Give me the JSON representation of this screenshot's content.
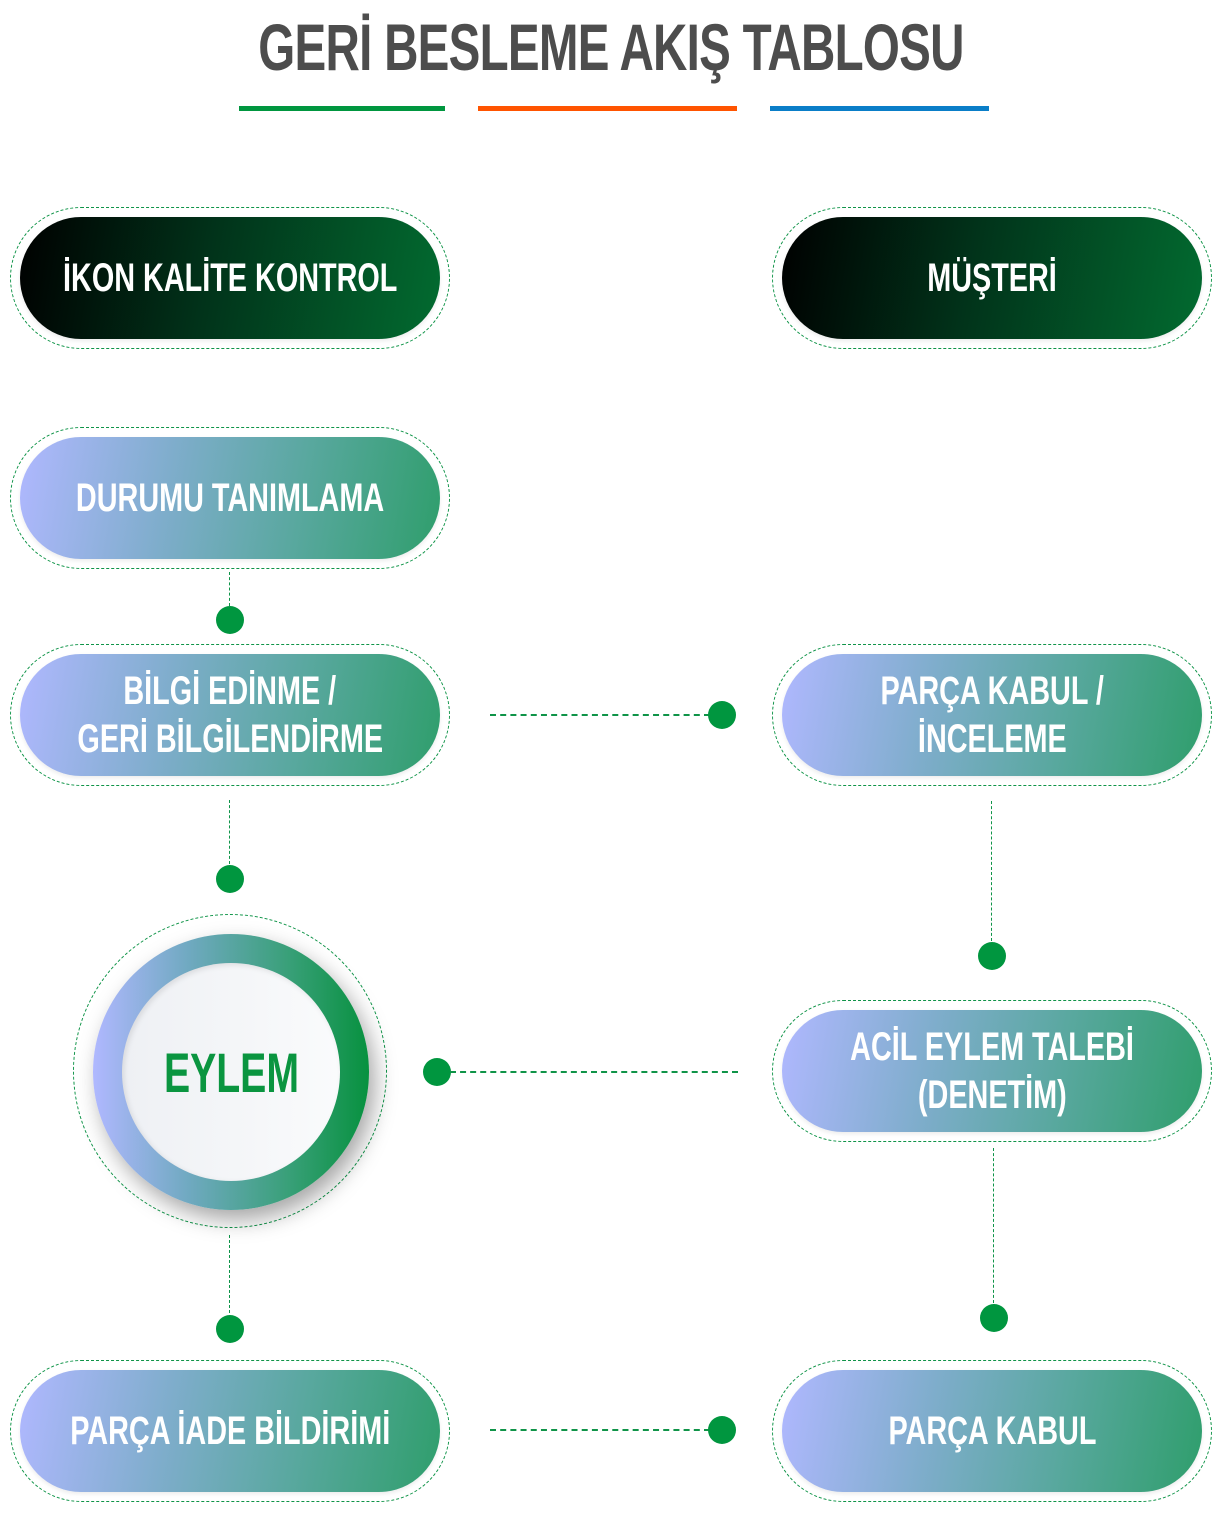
{
  "title": "GERİ BESLEME AKIŞ TABLOSU",
  "accent_bars": [
    {
      "name": "green",
      "color": "#00963f"
    },
    {
      "name": "orange",
      "color": "#ff5400"
    },
    {
      "name": "blue",
      "color": "#0a7ec8"
    }
  ],
  "columns": {
    "left_header": "İKON KALİTE KONTROL",
    "right_header": "MÜŞTERİ"
  },
  "nodes": {
    "durumu_tanimlama": "DURUMU TANIMLAMA",
    "bilgi_edinme_line1": "BİLGİ EDİNME /",
    "bilgi_edinme_line2": "GERİ BİLGİLENDİRME",
    "eylem": "EYLEM",
    "parca_iade": "PARÇA İADE BİLDİRİMİ",
    "parca_kabul_inceleme_line1": "PARÇA KABUL /",
    "parca_kabul_inceleme_line2": "İNCELEME",
    "acil_eylem_line1": "ACİL EYLEM TALEBİ",
    "acil_eylem_line2": "(DENETİM)",
    "parca_kabul": "PARÇA KABUL"
  },
  "colors": {
    "connector": "#0f9448",
    "dot": "#00963f",
    "header_gradient": [
      "#000000",
      "#026b30"
    ],
    "node_gradient": [
      "#b0b8ff",
      "#2f9e6c"
    ],
    "eylem_text": "#0a9540"
  },
  "edges": [
    {
      "from": "DURUMU TANIMLAMA",
      "to": "BİLGİ EDİNME / GERİ BİLGİLENDİRME"
    },
    {
      "from": "BİLGİ EDİNME / GERİ BİLGİLENDİRME",
      "to": "PARÇA KABUL / İNCELEME"
    },
    {
      "from": "BİLGİ EDİNME / GERİ BİLGİLENDİRME",
      "to": "EYLEM"
    },
    {
      "from": "PARÇA KABUL / İNCELEME",
      "to": "ACİL EYLEM TALEBİ (DENETİM)"
    },
    {
      "from": "ACİL EYLEM TALEBİ (DENETİM)",
      "to": "EYLEM"
    },
    {
      "from": "EYLEM",
      "to": "PARÇA İADE BİLDİRİMİ"
    },
    {
      "from": "ACİL EYLEM TALEBİ (DENETİM)",
      "to": "PARÇA KABUL"
    },
    {
      "from": "PARÇA İADE BİLDİRİMİ",
      "to": "PARÇA KABUL"
    }
  ]
}
